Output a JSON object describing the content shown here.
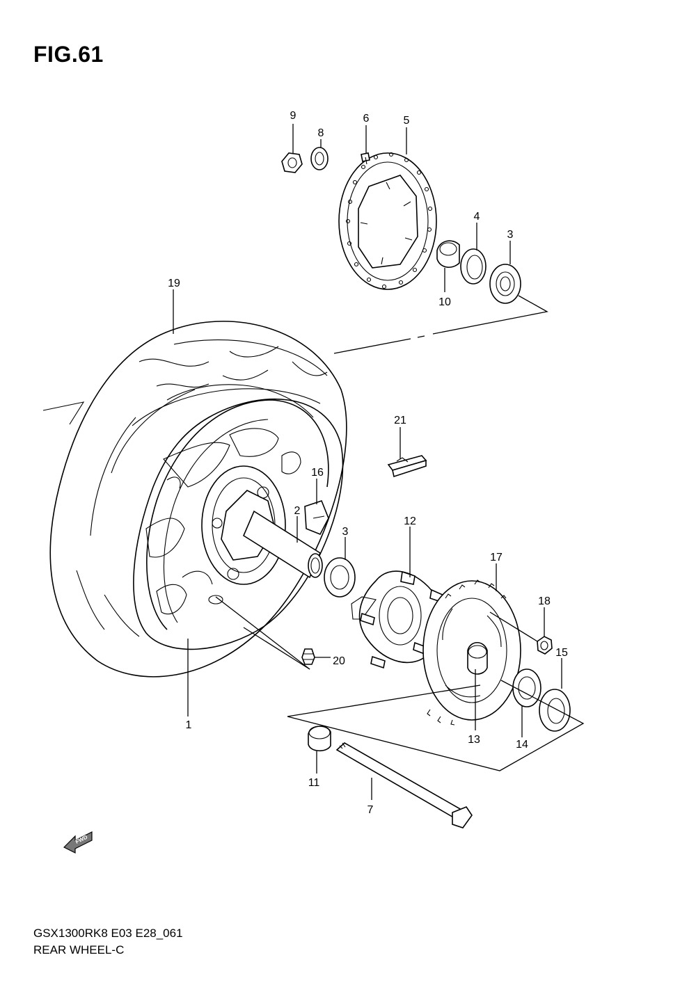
{
  "figure": {
    "title": "FIG.61",
    "model_code": "GSX1300RK8 E03 E28_061",
    "section_title": "REAR WHEEL-C",
    "fwd_label": "FWD"
  },
  "callouts": {
    "c1": "1",
    "c2": "2",
    "c3a": "3",
    "c3b": "3",
    "c4": "4",
    "c5": "5",
    "c6": "6",
    "c7": "7",
    "c8": "8",
    "c9": "9",
    "c10": "10",
    "c11": "11",
    "c12": "12",
    "c13": "13",
    "c14": "14",
    "c15": "15",
    "c16": "16",
    "c17": "17",
    "c18": "18",
    "c19": "19",
    "c20": "20",
    "c21": "21"
  },
  "colors": {
    "line": "#000000",
    "background": "#ffffff"
  }
}
